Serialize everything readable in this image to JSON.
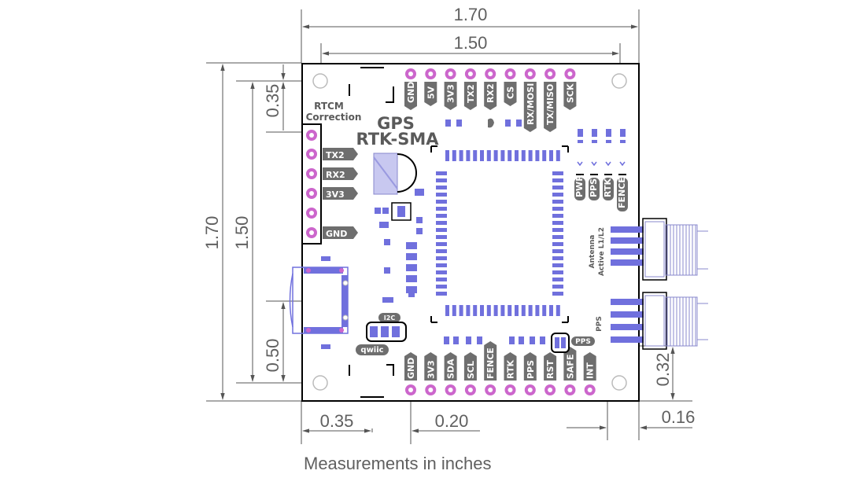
{
  "dimensions": {
    "top_outer": "1.70",
    "top_inner": "1.50",
    "left_outer": "1.70",
    "left_inner": "1.50",
    "left_hole": "0.35",
    "left_lower": "0.50",
    "bottom_left": "0.35",
    "bottom_mid": "0.20",
    "right_small": "0.32",
    "right_bottom": "0.16"
  },
  "caption": "Measurements in inches",
  "board": {
    "title_line1": "GPS",
    "title_line2": "RTK-SMA",
    "rtcm_line1": "RTCM",
    "rtcm_line2": "Correction",
    "i2c_label": "I2C",
    "qwiic_label": "qwiic",
    "pps_label": "PPS",
    "antenna_line1": "Antenna",
    "antenna_line2": "Active L1/L2",
    "pps_side_label": "PPS"
  },
  "top_pins": [
    "GND",
    "5V",
    "3V3",
    "TX2",
    "RX2",
    "CS",
    "RX/MOSI",
    "TX/MISO",
    "SCK"
  ],
  "bottom_pins": [
    "GND",
    "3V3",
    "SDA",
    "SCL",
    "FENCE",
    "RTK",
    "PPS",
    "RST",
    "SAFE",
    "INT"
  ],
  "left_pins": [
    "",
    "TX2",
    "RX2",
    "3V3",
    "",
    "GND"
  ],
  "leds": [
    "PWR",
    "PPS",
    "RTK",
    "FENCE"
  ],
  "colors": {
    "pad": "#cc66cc",
    "smd": "#7070dd",
    "label_bg": "#6e6e6e",
    "outline": "#000000",
    "dim_line": "#555555"
  }
}
